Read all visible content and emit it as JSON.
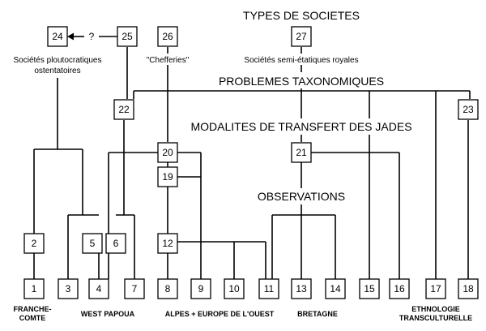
{
  "headers": {
    "types": "TYPES DE SOCIETES",
    "problemes": "PROBLEMES TAXONOMIQUES",
    "modalites": "MODALITES DE TRANSFERT DES JADES",
    "observations": "OBSERVATIONS"
  },
  "labels": {
    "ploutocratiques_1": "Sociétés ploutocratiques",
    "ploutocratiques_2": "ostentatoires",
    "chefferies": "\"Chefferies\"",
    "semi_etatiques": "Sociétés semi-étatiques royales",
    "question": "?"
  },
  "groups": {
    "franche_1": "FRANCHE-",
    "franche_2": "COMTE",
    "west_papoua": "WEST PAPOUA",
    "alpes": "ALPES + EUROPE DE L'OUEST",
    "bretagne": "BRETAGNE",
    "ethno_1": "ETHNOLOGIE",
    "ethno_2": "TRANSCULTURELLE"
  },
  "nodes": {
    "n1": "1",
    "n2": "2",
    "n3": "3",
    "n4": "4",
    "n5": "5",
    "n6": "6",
    "n7": "7",
    "n8": "8",
    "n9": "9",
    "n10": "10",
    "n11": "11",
    "n12": "12",
    "n13": "13",
    "n14": "14",
    "n15": "15",
    "n16": "16",
    "n17": "17",
    "n18": "18",
    "n19": "19",
    "n20": "20",
    "n21": "21",
    "n22": "22",
    "n23": "23",
    "n24": "24",
    "n25": "25",
    "n26": "26",
    "n27": "27"
  }
}
